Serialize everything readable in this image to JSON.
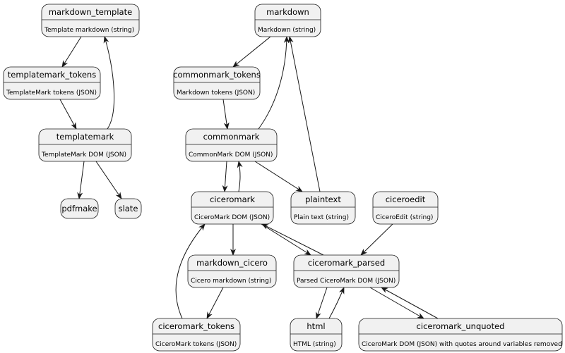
{
  "diagram": {
    "nodes": {
      "markdown_template": {
        "title": "markdown_template",
        "desc": "Template markdown (string)"
      },
      "templatemark_tokens": {
        "title": "templatemark_tokens",
        "desc": "TemplateMark tokens (JSON)"
      },
      "templatemark": {
        "title": "templatemark",
        "desc": "TemplateMark DOM (JSON)"
      },
      "pdfmake": {
        "title": "pdfmake"
      },
      "slate": {
        "title": "slate"
      },
      "markdown": {
        "title": "markdown",
        "desc": "Markdown (string)"
      },
      "commonmark_tokens": {
        "title": "commonmark_tokens",
        "desc": "Markdown tokens (JSON)"
      },
      "commonmark": {
        "title": "commonmark",
        "desc": "CommonMark DOM (JSON)"
      },
      "ciceromark": {
        "title": "ciceromark",
        "desc": "CiceroMark DOM (JSON)"
      },
      "plaintext": {
        "title": "plaintext",
        "desc": "Plain text (string)"
      },
      "ciceroedit": {
        "title": "ciceroedit",
        "desc": "CiceroEdit (string)"
      },
      "markdown_cicero": {
        "title": "markdown_cicero",
        "desc": "Cicero markdown (string)"
      },
      "ciceromark_parsed": {
        "title": "ciceromark_parsed",
        "desc": "Parsed CiceroMark DOM (JSON)"
      },
      "ciceromark_tokens": {
        "title": "ciceromark_tokens",
        "desc": "CiceroMark tokens (JSON)"
      },
      "html": {
        "title": "html",
        "desc": "HTML (string)"
      },
      "ciceromark_unquoted": {
        "title": "ciceromark_unquoted",
        "desc": "CiceroMark DOM (JSON) with quotes around variables removed"
      }
    },
    "edges": [
      {
        "from": "markdown_template",
        "to": "templatemark_tokens"
      },
      {
        "from": "templatemark_tokens",
        "to": "templatemark"
      },
      {
        "from": "templatemark",
        "to": "markdown_template"
      },
      {
        "from": "templatemark",
        "to": "pdfmake"
      },
      {
        "from": "templatemark",
        "to": "slate"
      },
      {
        "from": "markdown",
        "to": "commonmark_tokens"
      },
      {
        "from": "commonmark_tokens",
        "to": "commonmark"
      },
      {
        "from": "commonmark",
        "to": "markdown"
      },
      {
        "from": "plaintext",
        "to": "markdown"
      },
      {
        "from": "commonmark",
        "to": "ciceromark"
      },
      {
        "from": "ciceromark",
        "to": "commonmark"
      },
      {
        "from": "commonmark",
        "to": "plaintext"
      },
      {
        "from": "ciceromark",
        "to": "markdown_cicero"
      },
      {
        "from": "ciceromark",
        "to": "ciceromark_parsed"
      },
      {
        "from": "ciceromark_parsed",
        "to": "ciceromark"
      },
      {
        "from": "ciceroedit",
        "to": "ciceromark_parsed"
      },
      {
        "from": "markdown_cicero",
        "to": "ciceromark_tokens"
      },
      {
        "from": "ciceromark_tokens",
        "to": "ciceromark"
      },
      {
        "from": "ciceromark_parsed",
        "to": "html"
      },
      {
        "from": "html",
        "to": "ciceromark_parsed"
      },
      {
        "from": "ciceromark_parsed",
        "to": "ciceromark_unquoted"
      },
      {
        "from": "ciceromark_unquoted",
        "to": "ciceromark_parsed"
      }
    ]
  }
}
